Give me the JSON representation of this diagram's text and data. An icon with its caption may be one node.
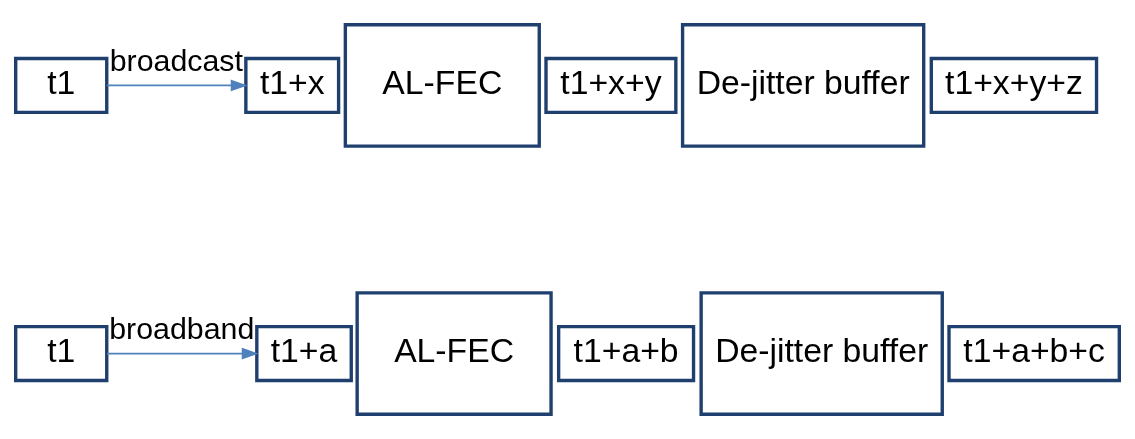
{
  "diagram": {
    "nodes": [
      {
        "text": [
          "t1"
        ]
      },
      {
        "text": [
          "t1+x"
        ]
      },
      {
        "text": [
          "AL-FEC"
        ]
      },
      {
        "text": [
          "t1+x+y"
        ]
      },
      {
        "text": [
          "De-jitter buffer"
        ]
      },
      {
        "text": [
          "t1+x+y+z"
        ]
      },
      {
        "text": [
          "t1"
        ]
      },
      {
        "text": [
          "t1+a"
        ]
      },
      {
        "text": [
          "AL-FEC"
        ]
      },
      {
        "text": [
          "t1+a+b"
        ]
      },
      {
        "text": [
          "De-jitter buffer"
        ]
      },
      {
        "text": [
          "t1+a+b+c"
        ]
      }
    ],
    "edges": [
      {
        "from": 0,
        "to": 1,
        "arrow": "to",
        "label": "broadcast"
      },
      {
        "from": 6,
        "to": 7,
        "arrow": "to",
        "label": "broadband"
      }
    ]
  }
}
